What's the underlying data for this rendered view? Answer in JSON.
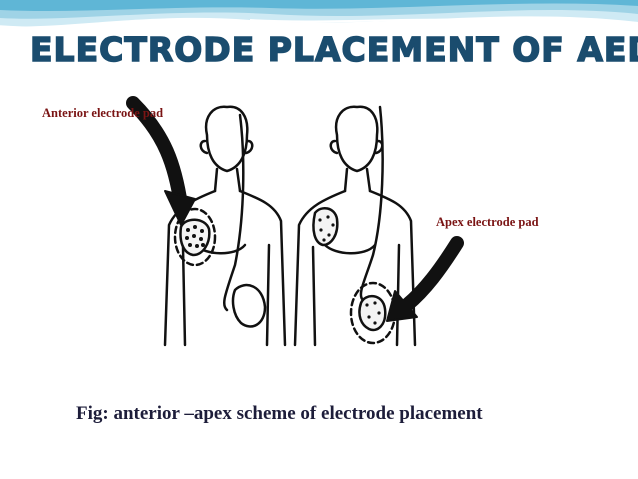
{
  "slide": {
    "title": "ELECTRODE PLACEMENT OF AED",
    "caption": "Fig: anterior –apex scheme of electrode placement"
  },
  "figure": {
    "label_anterior": "Anterior electrode pad",
    "label_apex": "Apex electrode pad"
  },
  "colors": {
    "title": "#1a4c6e",
    "label": "#7a1414",
    "caption": "#1d1d3a",
    "header_wave": "#5fb6d6"
  }
}
